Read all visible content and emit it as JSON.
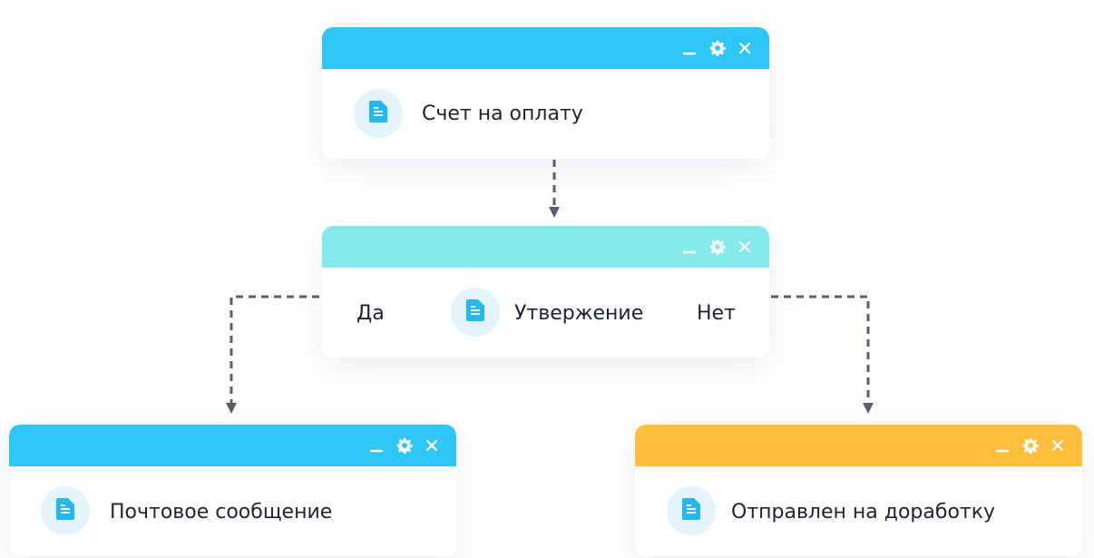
{
  "colors": {
    "header_blue": "#2ec7f5",
    "header_cyan": "#86e9ee",
    "header_yellow": "#ffbf3c",
    "connector": "#5a5d73",
    "doc_icon": "#24b8ef",
    "doc_circle": "#e3f4fc"
  },
  "nodes": {
    "invoice": {
      "title": "Счет на оплату"
    },
    "approval": {
      "title": "Утвержение",
      "yes_label": "Да",
      "no_label": "Нет"
    },
    "mail": {
      "title": "Почтовое сообщение"
    },
    "rework": {
      "title": "Отправлен на доработку"
    }
  },
  "icons": {
    "document": "document-icon",
    "minimize": "minimize-icon",
    "settings": "gear-icon",
    "close": "close-icon"
  }
}
